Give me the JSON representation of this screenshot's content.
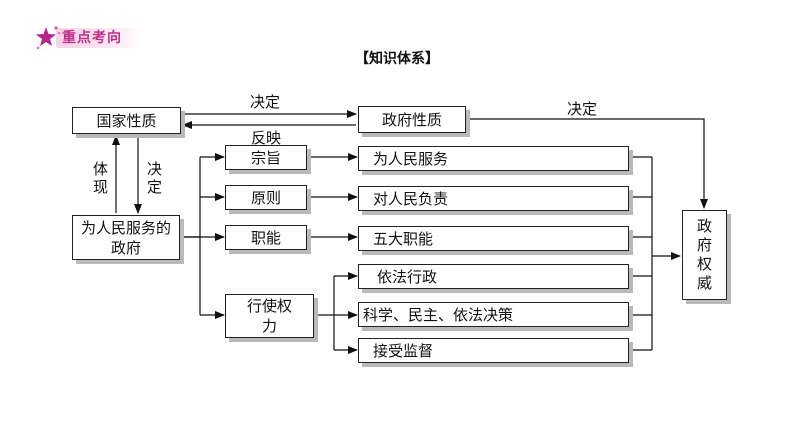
{
  "badge": {
    "text": "重点考向",
    "icon": "star-sparkle-icon",
    "accent": "#c0308a"
  },
  "title": "【知识体系】",
  "nodes": {
    "national_nature": "国家性质",
    "gov_nature": "政府性质",
    "people_gov": "为人民服务的政府",
    "purpose": "宗旨",
    "principle": "原则",
    "function": "职能",
    "power": "行使权力",
    "serve_people": "为人民服务",
    "responsible": "对人民负责",
    "five_functions": "五大职能",
    "law_admin": "依法行政",
    "sci_demo": "科学、民主、依法决策",
    "supervision": "接受监督",
    "authority": "政府权威"
  },
  "labels": {
    "decides_top": "决定",
    "reflects": "反映",
    "decides_right": "决定",
    "embodies": "体现",
    "decides_left": "决定"
  }
}
